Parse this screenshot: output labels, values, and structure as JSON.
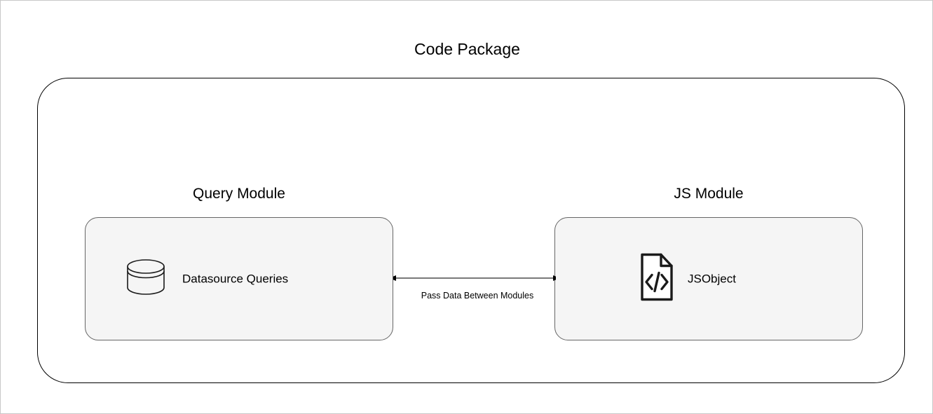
{
  "diagram": {
    "title": "Code Package",
    "container_label": "code-package-container",
    "modules": [
      {
        "title": "Query Module",
        "node_label": "Datasource Queries",
        "node_icon": "database-cylinder-icon"
      },
      {
        "title": "JS Module",
        "node_label": "JSObject",
        "node_icon": "code-document-icon"
      }
    ],
    "connector": {
      "label": "Pass Data Between Modules",
      "style": "double-headed-arrow"
    },
    "colors": {
      "page_background": "#ffffff",
      "page_border": "#c8c8c8",
      "container_border": "#000000",
      "module_fill": "#f5f5f5",
      "module_border": "#666666",
      "text": "#000000",
      "arrow": "#4d4d4d",
      "icon_stroke": "#1a1a1a"
    }
  }
}
